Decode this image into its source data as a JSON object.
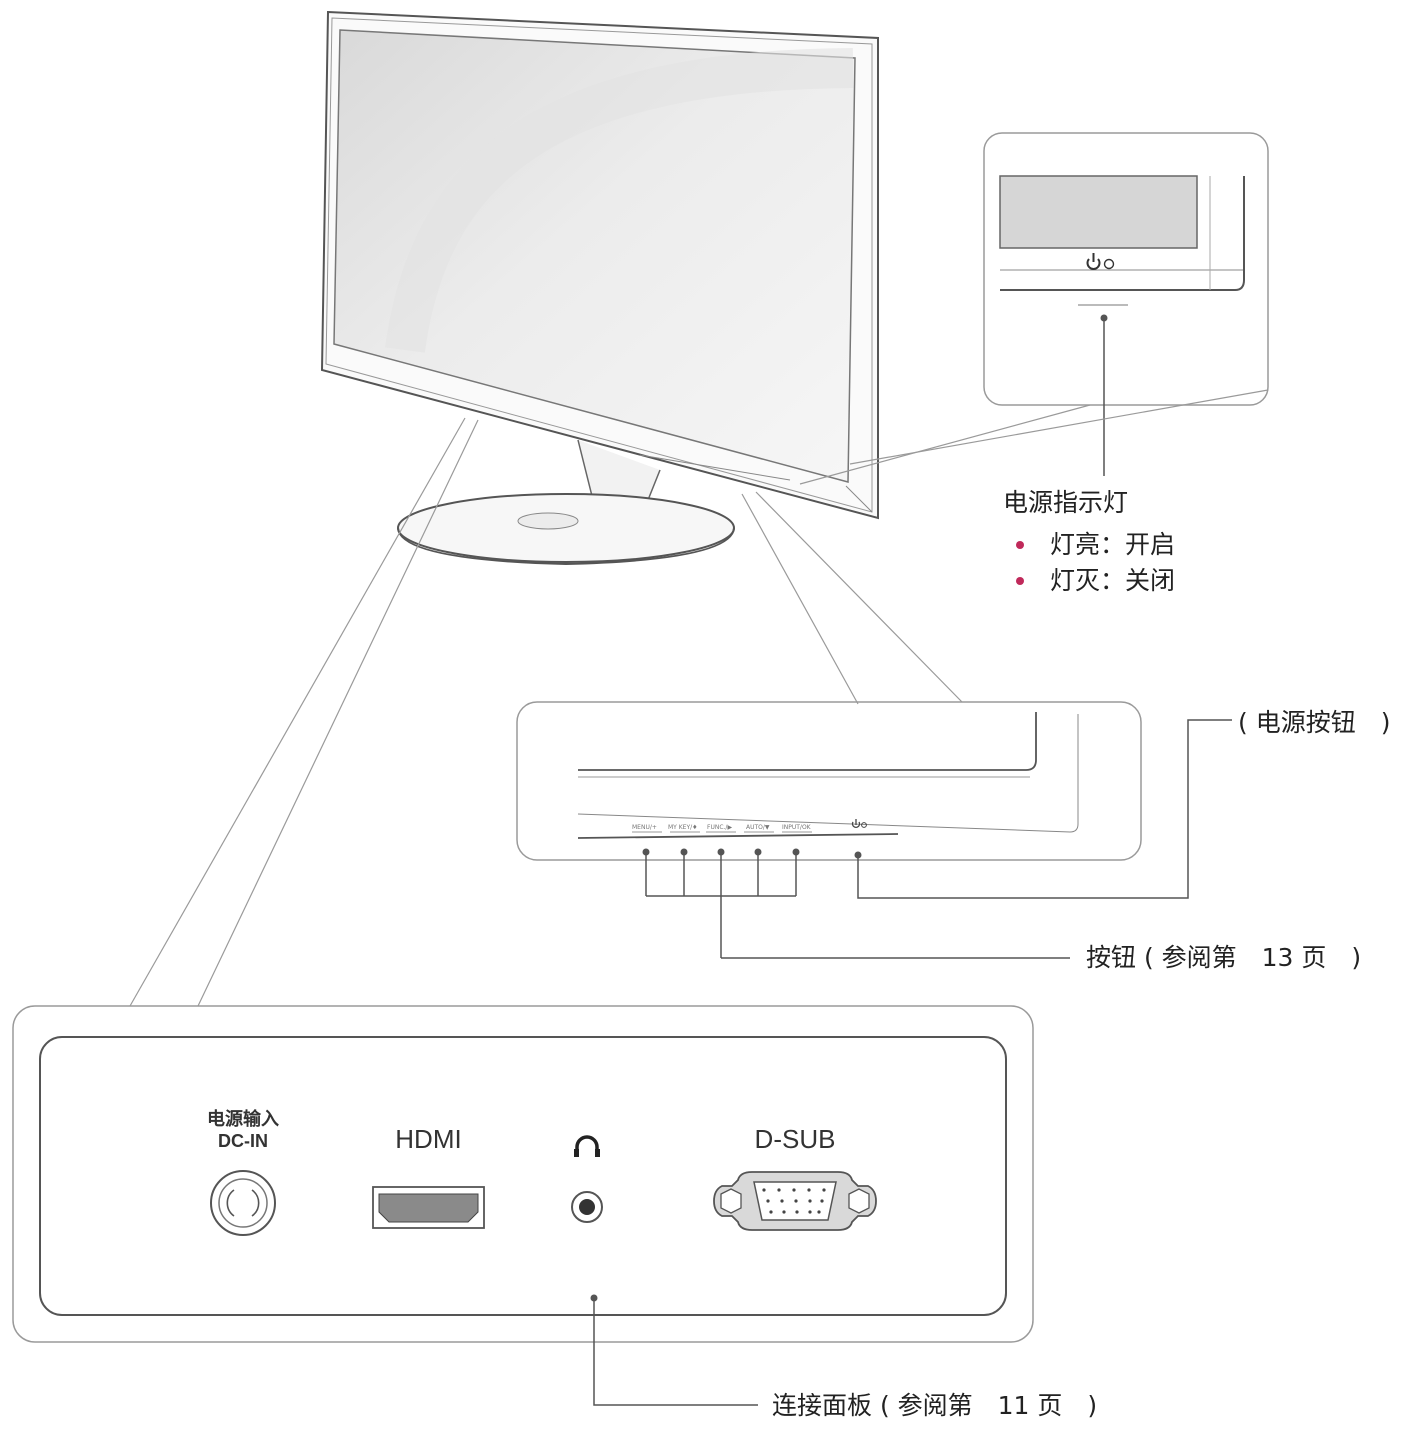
{
  "colors": {
    "line": "#555555",
    "light_line": "#9a9a9a",
    "bullet": "#c0295a",
    "panel_bg": "#ffffff"
  },
  "power_indicator": {
    "title": "电源指示灯",
    "items": [
      "灯亮：开启",
      "灯灭：关闭"
    ],
    "symbol": "⏻○"
  },
  "power_button_label": "( 电源按钮　)",
  "buttons_label": "按钮 ( 参阅第　13 页　)",
  "connection_panel_label": "连接面板 ( 参阅第　11 页　)",
  "button_strip": [
    "MENU/+",
    "MY KEY/♦",
    "FUNC./▶",
    "AUTO/▼",
    "INPUT/OK"
  ],
  "ports": {
    "dcin_cn": "电源输入",
    "dcin_en": "DC-IN",
    "hdmi": "HDMI",
    "headphone_icon": "headphone-icon",
    "dsub": "D-SUB"
  }
}
